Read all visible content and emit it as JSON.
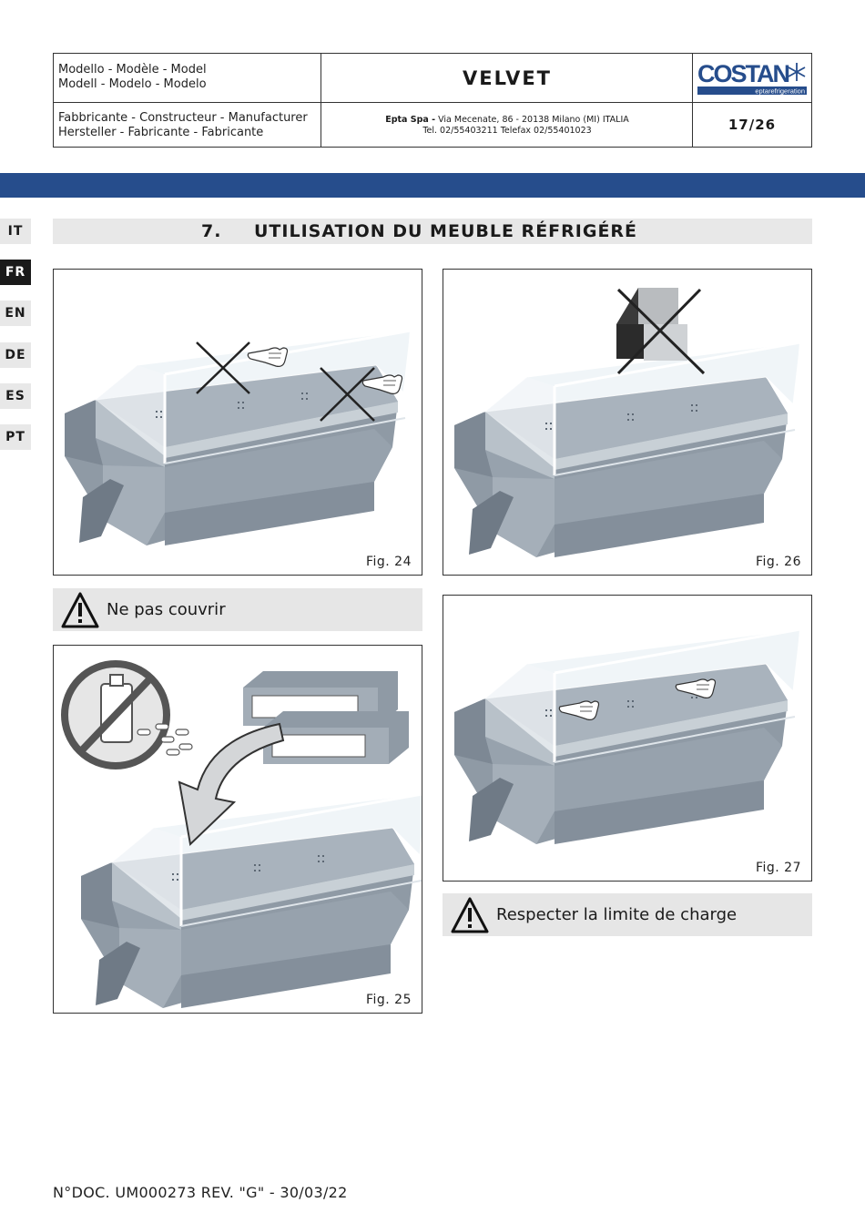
{
  "header": {
    "model_label_line1": "Modello - Modèle - Model",
    "model_label_line2": "Modell - Modelo - Modelo",
    "model_name": "VELVET",
    "manufacturer_label_line1": "Fabbricante - Constructeur - Manufacturer",
    "manufacturer_label_line2": "Hersteller - Fabricante - Fabricante",
    "manufacturer_name": "Epta Spa -",
    "manufacturer_address": "Via Mecenate, 86 - 20138 Milano (MI) ITALIA",
    "manufacturer_phone": "Tel. 02/55403211 Telefax 02/55401023",
    "page_number": "17/26",
    "logo_text": "COSTAN",
    "logo_subtext": "eptarefrigeration"
  },
  "languages": [
    {
      "code": "IT",
      "active": false
    },
    {
      "code": "FR",
      "active": true
    },
    {
      "code": "EN",
      "active": false
    },
    {
      "code": "DE",
      "active": false
    },
    {
      "code": "ES",
      "active": false
    },
    {
      "code": "PT",
      "active": false
    }
  ],
  "section": {
    "number": "7.",
    "title": "UTILISATION DU MEUBLE RÉFRIGÉRÉ"
  },
  "figures": {
    "fig24": "Fig. 24",
    "fig25": "Fig. 25",
    "fig26": "Fig. 26",
    "fig27": "Fig. 27"
  },
  "warnings": {
    "do_not_cover": "Ne pas couvrir",
    "respect_load_limit": "Respecter la limite de charge"
  },
  "footer": {
    "doc_ref": "N°DOC. UM000273 REV. \"G\" - 30/03/22"
  },
  "colors": {
    "blue_band": "#264d8c",
    "logo_blue": "#264d8c",
    "case_grey": "#8f9aa5",
    "panel_grey": "#e6e6e6"
  }
}
